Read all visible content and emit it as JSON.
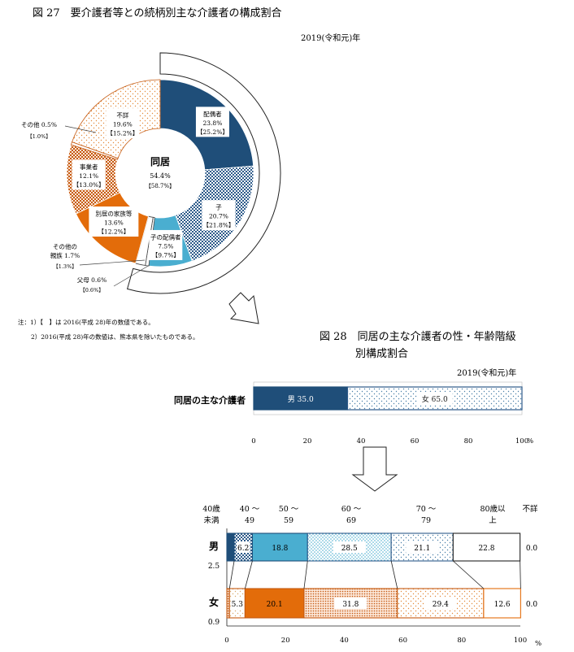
{
  "figure27": {
    "title": "図 27　要介護者等との続柄別主な介護者の構成割合",
    "year": "2019(令和元)年",
    "outer_label": "同居",
    "outer_value": "54.4%",
    "outer_prev": "【58.7%】",
    "notes": [
      "注：1）【　】は 2016(平成 28)年の数値である。",
      "2）2016(平成 28)年の数値は、熊本県を除いたものである。"
    ]
  },
  "figure28": {
    "title_line1": "図 28　同居の主な介護者の性・年齢階級",
    "title_line2": "別構成割合",
    "year": "2019(令和元)年"
  },
  "colors": {
    "navy": "#1f4e79",
    "check": "#2e5b8a",
    "teal": "#4aaed0",
    "orange": "#e36c0a",
    "brown": "#c55a11",
    "light_orange": "#f4b183"
  },
  "chart_data": [
    {
      "type": "pie",
      "title": "図 27　要介護者等との続柄別主な介護者の構成割合",
      "unit": "%",
      "categories": [
        "配偶者",
        "子",
        "子の配偶者",
        "父母",
        "その他の親族",
        "別居の家族等",
        "事業者",
        "その他",
        "不詳"
      ],
      "values": [
        23.8,
        20.7,
        7.5,
        0.6,
        1.7,
        13.6,
        12.1,
        0.5,
        19.6
      ],
      "prev_values": [
        25.2,
        21.8,
        9.7,
        0.6,
        1.3,
        12.2,
        13.0,
        1.0,
        15.2
      ],
      "value_labels": [
        "23.8%",
        "20.7%",
        "7.5%",
        "0.6%",
        "1.7%",
        "13.6%",
        "12.1%",
        "0.5%",
        "19.6%"
      ],
      "prev_labels": [
        "【25.2%】",
        "【21.8%】",
        "【9.7%】",
        "【0.6%】",
        "【1.3%】",
        "【12.2%】",
        "【13.0%】",
        "【1.0%】",
        "【15.2%】"
      ],
      "group": {
        "label": "同居",
        "value": 54.4,
        "prev": 58.7,
        "members": [
          "配偶者",
          "子",
          "子の配偶者",
          "父母",
          "その他の親族"
        ]
      }
    },
    {
      "type": "bar",
      "orientation": "horizontal",
      "stacked": true,
      "title": "図 28　同居の主な介護者の性・年齢階級別構成割合",
      "categories": [
        "同居の主な介護者"
      ],
      "series": [
        {
          "name": "男",
          "values": [
            35.0
          ],
          "label": "男 35.0"
        },
        {
          "name": "女",
          "values": [
            65.0
          ],
          "label": "女 65.0"
        }
      ],
      "xlim": [
        0,
        100
      ],
      "xticks": [
        "0",
        "20",
        "40",
        "60",
        "80",
        "100"
      ],
      "xunit": "%"
    },
    {
      "type": "bar",
      "orientation": "horizontal",
      "stacked": true,
      "categories": [
        "男",
        "女"
      ],
      "category_subvalues": [
        "2.5",
        "0.9"
      ],
      "age_labels": [
        "40歳\n未満",
        "40 ～\n49",
        "50 ～\n59",
        "60 ～\n69",
        "70 ～\n79",
        "80歳以\n上",
        "不詳"
      ],
      "series": [
        {
          "values": [
            2.5,
            0.9
          ]
        },
        {
          "values": [
            6.2,
            5.3
          ]
        },
        {
          "values": [
            18.8,
            20.1
          ]
        },
        {
          "values": [
            28.5,
            31.8
          ]
        },
        {
          "values": [
            21.1,
            29.4
          ]
        },
        {
          "values": [
            22.8,
            12.6
          ]
        },
        {
          "values": [
            0.0,
            0.0
          ]
        }
      ],
      "value_labels": [
        [
          "",
          "6.2",
          "18.8",
          "28.5",
          "21.1",
          "22.8",
          "0.0"
        ],
        [
          "",
          "5.3",
          "20.1",
          "31.8",
          "29.4",
          "12.6",
          "0.0"
        ]
      ],
      "xlim": [
        0,
        100
      ],
      "xticks": [
        "0",
        "20",
        "40",
        "60",
        "80",
        "100"
      ],
      "xunit": "%"
    }
  ]
}
